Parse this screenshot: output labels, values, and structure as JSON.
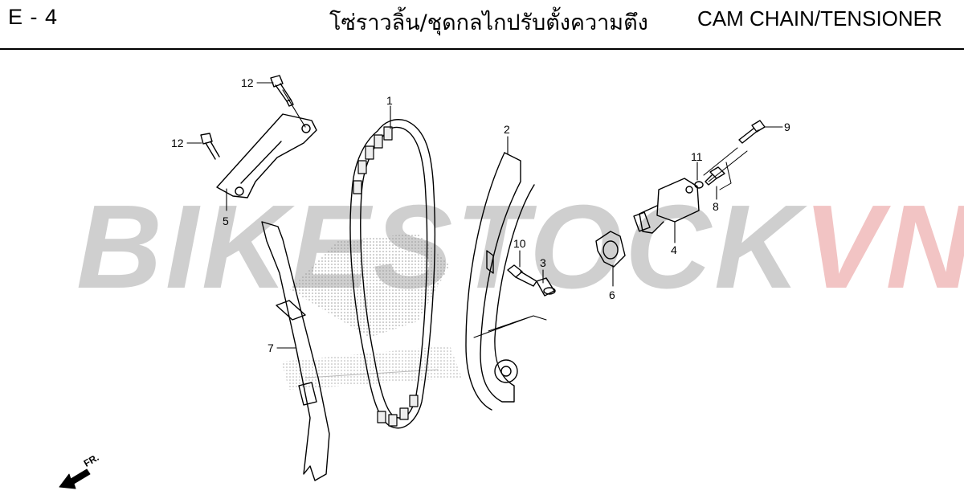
{
  "header": {
    "code": "E - 4",
    "title_th": "โซ่ราวลิ้น/ชุดกลไกปรับตั้งความตึง",
    "title_en": "CAM CHAIN/TENSIONER"
  },
  "watermark": {
    "part_a": "BIKESTOCK",
    "part_b": "VN"
  },
  "parts": {
    "p1": "1",
    "p2": "2",
    "p3": "3",
    "p4": "4",
    "p5": "5",
    "p6": "6",
    "p7": "7",
    "p8": "8",
    "p9": "9",
    "p10": "10",
    "p11": "11",
    "p12a": "12",
    "p12b": "12"
  },
  "direction": {
    "label": "FR."
  },
  "colors": {
    "line": "#000000",
    "watermark_gray": "#cfcfcf",
    "watermark_red": "#f2c4c4"
  }
}
